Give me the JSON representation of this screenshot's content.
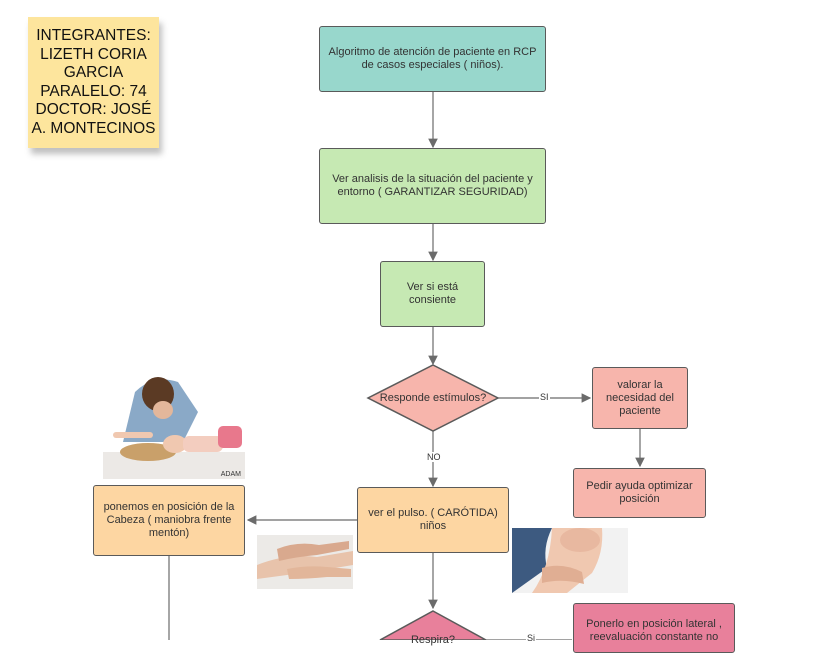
{
  "sticky_note": {
    "text": "INTEGRANTES:\nLIZETH CORIA\nGARCIA\nPARALELO: 74\nDOCTOR: JOSÉ\nA. MONTECINOS"
  },
  "nodes": {
    "title": "Algoritmo de atención de paciente en RCP de casos especiales ( niños).",
    "analysis": "Ver analisis de la situación del paciente y entorno ( GARANTIZAR SEGURIDAD)",
    "conscious": "Ver si está consiente",
    "decision_stimuli": "Responde estímulos?",
    "assess_need": "valorar la necesidad del paciente",
    "ask_help": "Pedir ayuda optimizar posición",
    "check_pulse": "ver el pulso. ( CARÓTIDA) niños",
    "head_position": "ponemos en posición de la Cabeza ( maniobra frente mentón)",
    "lateral_position": "Ponerlo en posición lateral , reevaluación constante no",
    "decision_breathing": "Respira?"
  },
  "edge_labels": {
    "yes": "SI",
    "no": "NO",
    "yes_lower": "Si"
  },
  "photo_caption": "ADAM",
  "colors": {
    "teal": "#98d7cc",
    "green": "#c6e9b3",
    "salmon": "#f7b5ac",
    "orange": "#fdd6a2",
    "pink": "#e8809b",
    "sticky": "#fde59d"
  }
}
